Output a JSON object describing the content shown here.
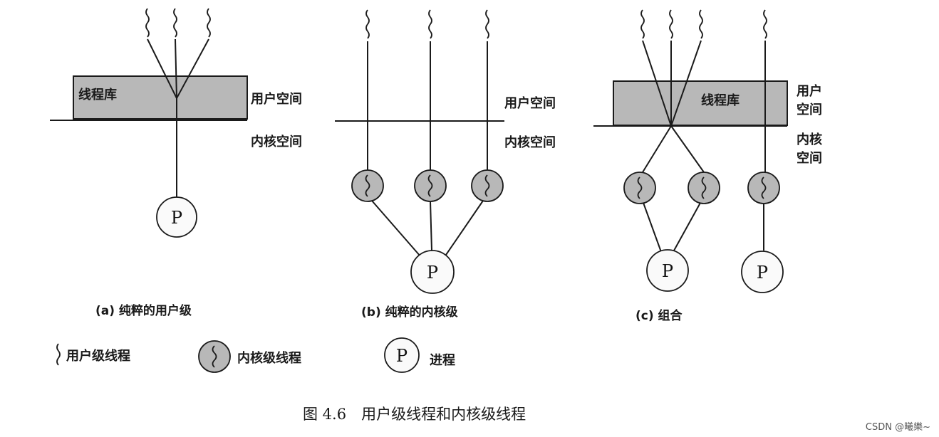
{
  "diagram_a": {
    "library_label": "线程库",
    "user_space_label": "用户空间",
    "kernel_space_label": "内核空间",
    "process_label": "P",
    "caption": "(a) 纯粹的用户级"
  },
  "diagram_b": {
    "user_space_label": "用户空间",
    "kernel_space_label": "内核空间",
    "process_label": "P",
    "caption": "(b) 纯粹的内核级"
  },
  "diagram_c": {
    "library_label": "线程库",
    "user_space_label_line1": "用户",
    "user_space_label_line2": "空间",
    "kernel_space_label_line1": "内核",
    "kernel_space_label_line2": "空间",
    "process_label": "P",
    "caption": "(c) 组合"
  },
  "legend": {
    "user_thread_label": "用户级线程",
    "kernel_thread_label": "内核级线程",
    "process_symbol": "P",
    "process_label": "进程"
  },
  "figure_caption": "图 4.6　用户级线程和内核级线程",
  "watermark": "CSDN @曦樂~",
  "colors": {
    "library_fill": "#b8b8b8",
    "kernel_thread_fill": "#b8b8b8",
    "process_fill": "#fafafa",
    "line": "#1a1a1a"
  }
}
